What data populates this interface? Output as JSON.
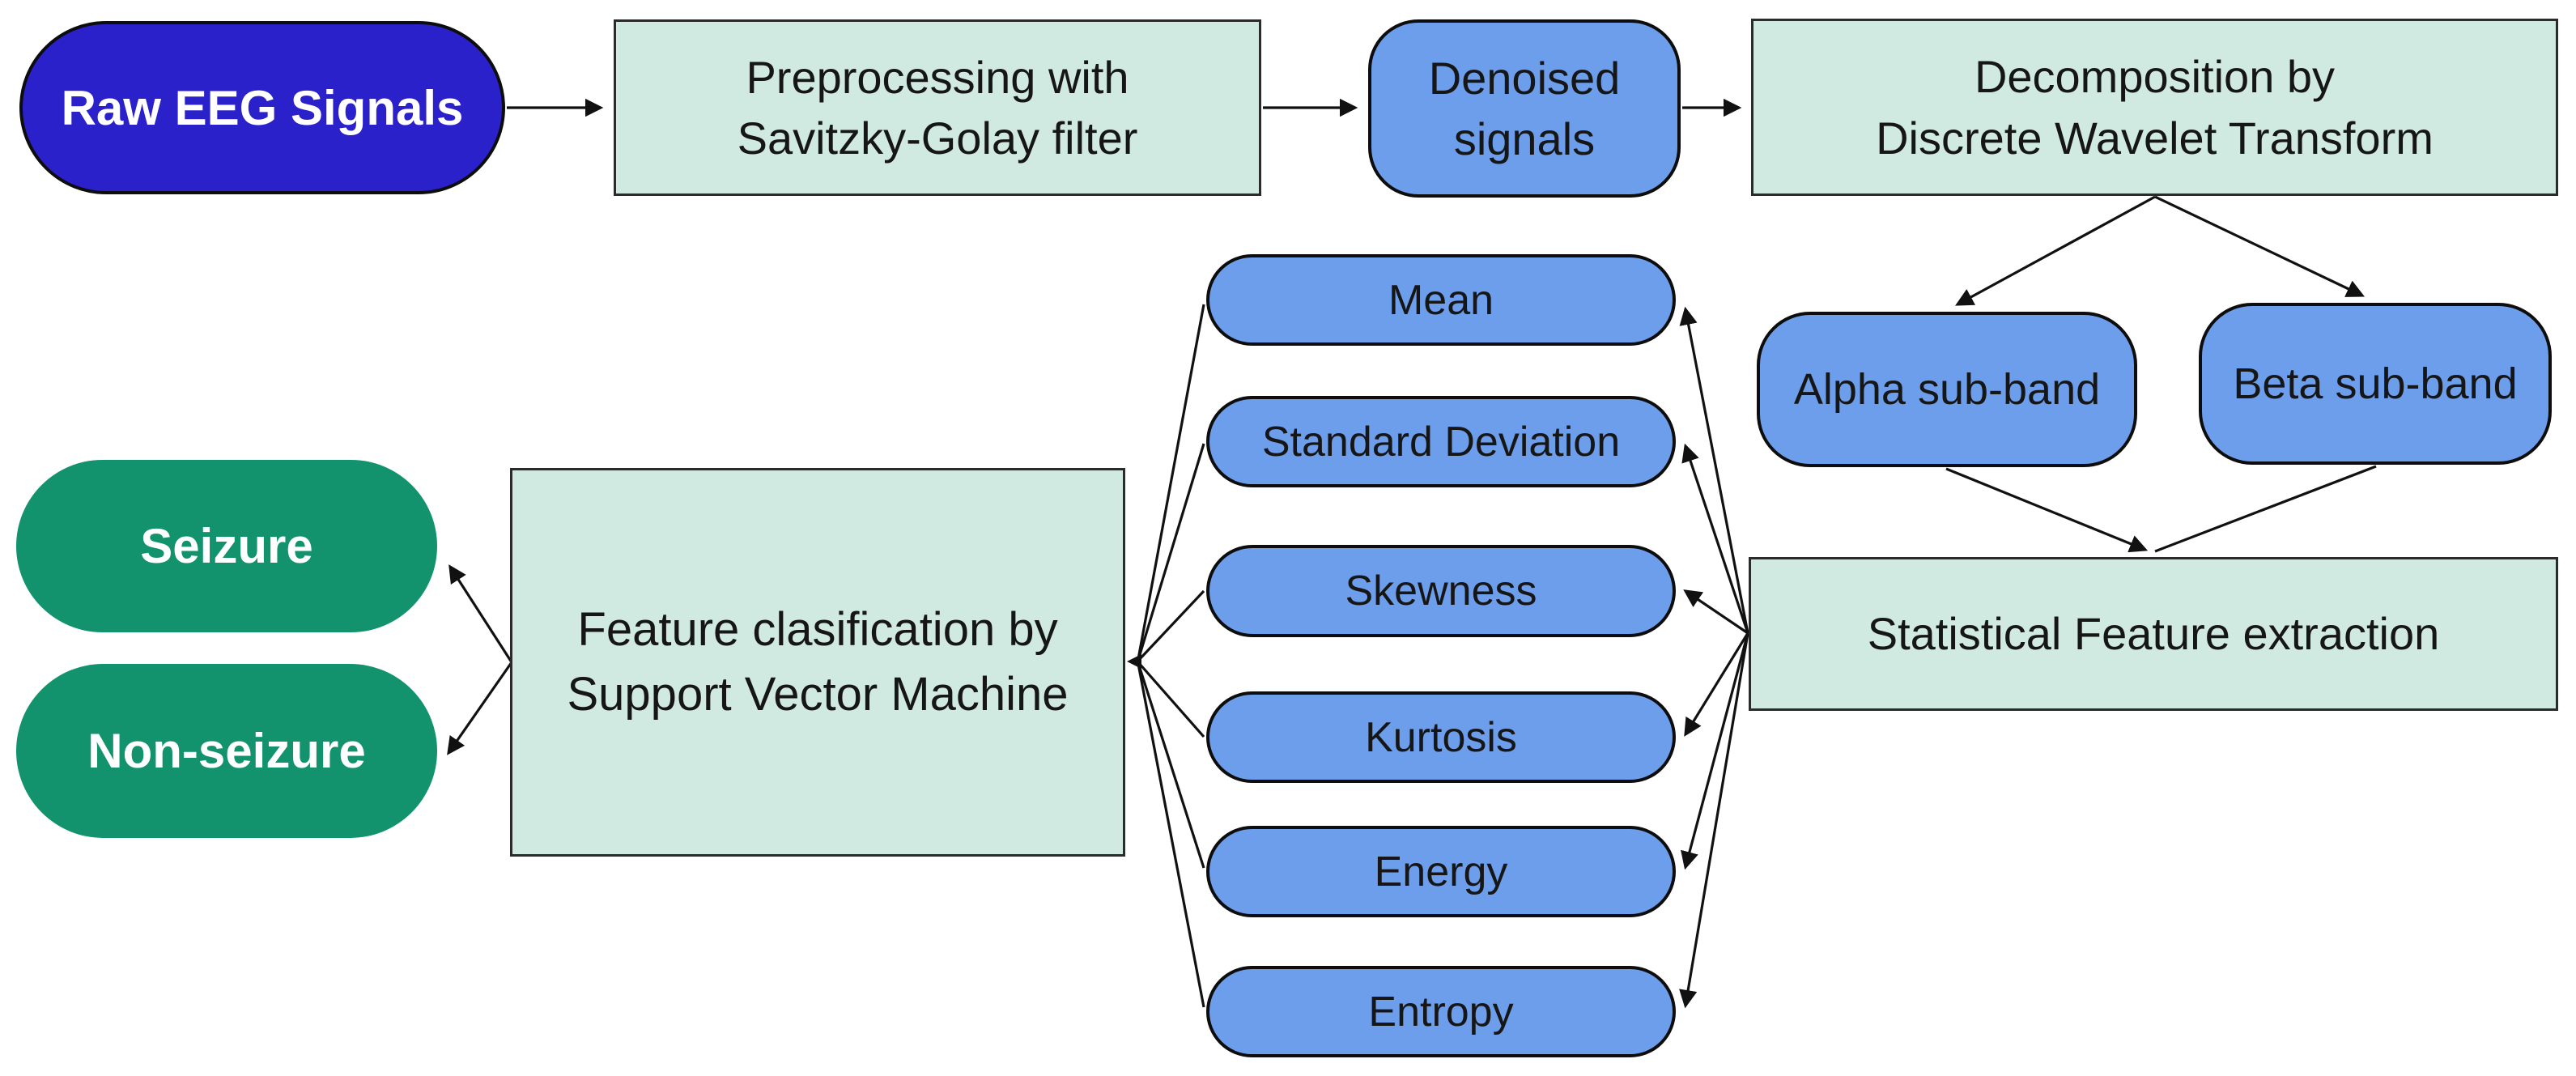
{
  "palette": {
    "primary_blue": "#2B21CB",
    "node_blue": "#6D9EEB",
    "mint": "#D0E9E1",
    "green": "#12936D",
    "line": "#111111",
    "text_dark": "#161616",
    "text_light": "#FFFFFF"
  },
  "nodes": {
    "raw_eeg": {
      "label": "Raw EEG Signals"
    },
    "preprocessing": {
      "line1": "Preprocessing with",
      "line2": "Savitzky-Golay filter"
    },
    "denoised": {
      "line1": "Denoised",
      "line2": "signals"
    },
    "decomposition": {
      "line1": "Decomposition by",
      "line2": "Discrete Wavelet Transform"
    },
    "alpha": {
      "label": "Alpha sub-band"
    },
    "beta": {
      "label": "Beta sub-band"
    },
    "statistical": {
      "label": "Statistical Feature extraction"
    },
    "features": [
      {
        "label": "Mean"
      },
      {
        "label": "Standard Deviation"
      },
      {
        "label": "Skewness"
      },
      {
        "label": "Kurtosis"
      },
      {
        "label": "Energy"
      },
      {
        "label": "Entropy"
      }
    ],
    "svm": {
      "line1": "Feature clasification by",
      "line2": "Support Vector Machine"
    },
    "seizure": {
      "label": "Seizure"
    },
    "non_seizure": {
      "label": "Non-seizure"
    }
  },
  "edges": [
    {
      "from": "Raw EEG Signals",
      "to": "Preprocessing with Savitzky-Golay filter"
    },
    {
      "from": "Preprocessing with Savitzky-Golay filter",
      "to": "Denoised signals"
    },
    {
      "from": "Denoised signals",
      "to": "Decomposition by Discrete Wavelet Transform"
    },
    {
      "from": "Decomposition by Discrete Wavelet Transform",
      "to": "Alpha sub-band"
    },
    {
      "from": "Decomposition by Discrete Wavelet Transform",
      "to": "Beta sub-band"
    },
    {
      "from": "Alpha sub-band",
      "to": "Statistical Feature extraction"
    },
    {
      "from": "Beta sub-band",
      "to": "Statistical Feature extraction"
    },
    {
      "from": "Statistical Feature extraction",
      "to": "Mean"
    },
    {
      "from": "Statistical Feature extraction",
      "to": "Standard Deviation"
    },
    {
      "from": "Statistical Feature extraction",
      "to": "Skewness"
    },
    {
      "from": "Statistical Feature extraction",
      "to": "Kurtosis"
    },
    {
      "from": "Statistical Feature extraction",
      "to": "Energy"
    },
    {
      "from": "Statistical Feature extraction",
      "to": "Entropy"
    },
    {
      "from": "Mean",
      "to": "Feature clasification by Support Vector Machine"
    },
    {
      "from": "Standard Deviation",
      "to": "Feature clasification by Support Vector Machine"
    },
    {
      "from": "Skewness",
      "to": "Feature clasification by Support Vector Machine"
    },
    {
      "from": "Kurtosis",
      "to": "Feature clasification by Support Vector Machine"
    },
    {
      "from": "Energy",
      "to": "Feature clasification by Support Vector Machine"
    },
    {
      "from": "Entropy",
      "to": "Feature clasification by Support Vector Machine"
    },
    {
      "from": "Feature clasification by Support Vector Machine",
      "to": "Seizure"
    },
    {
      "from": "Feature clasification by Support Vector Machine",
      "to": "Non-seizure"
    }
  ]
}
